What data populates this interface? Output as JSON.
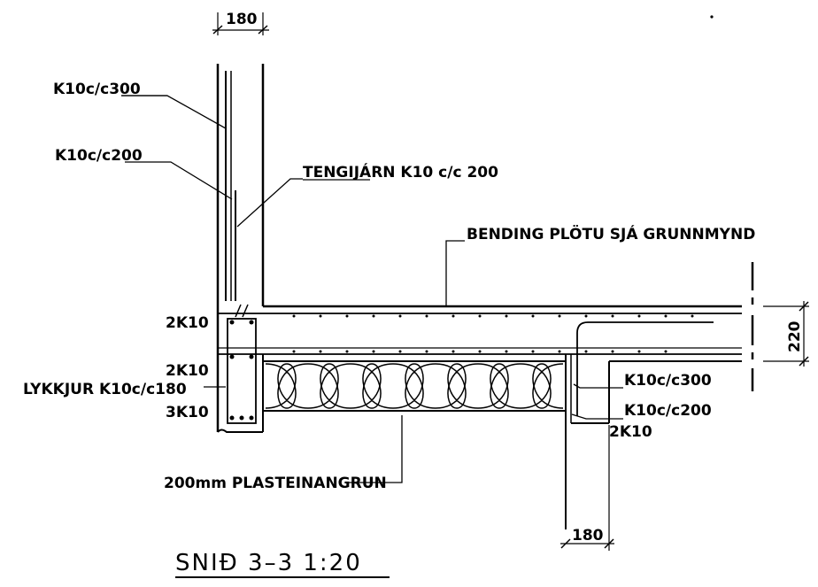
{
  "dimensions": {
    "wall_top": "180",
    "slab_right": "220",
    "bottom": "180"
  },
  "labels": {
    "k10_c300_top": "K10c/c300",
    "k10_c200_top": "K10c/c200",
    "tengijarn": "TENGIJÁRN K10 c/c 200",
    "bending": "BENDING PLÖTU SJÁ GRUNNMYND",
    "2k10_upper": "2K10",
    "2k10_lower": "2K10",
    "lykkjur": "LYKKJUR K10c/c180",
    "3k10": "3K10",
    "k10_c300_right": "K10c/c300",
    "k10_c200_right": "K10c/c200",
    "2k10_right": "2K10",
    "insulation": "200mm PLASTEINANGRUN"
  },
  "title": "SNIÐ 3–3 1:20"
}
